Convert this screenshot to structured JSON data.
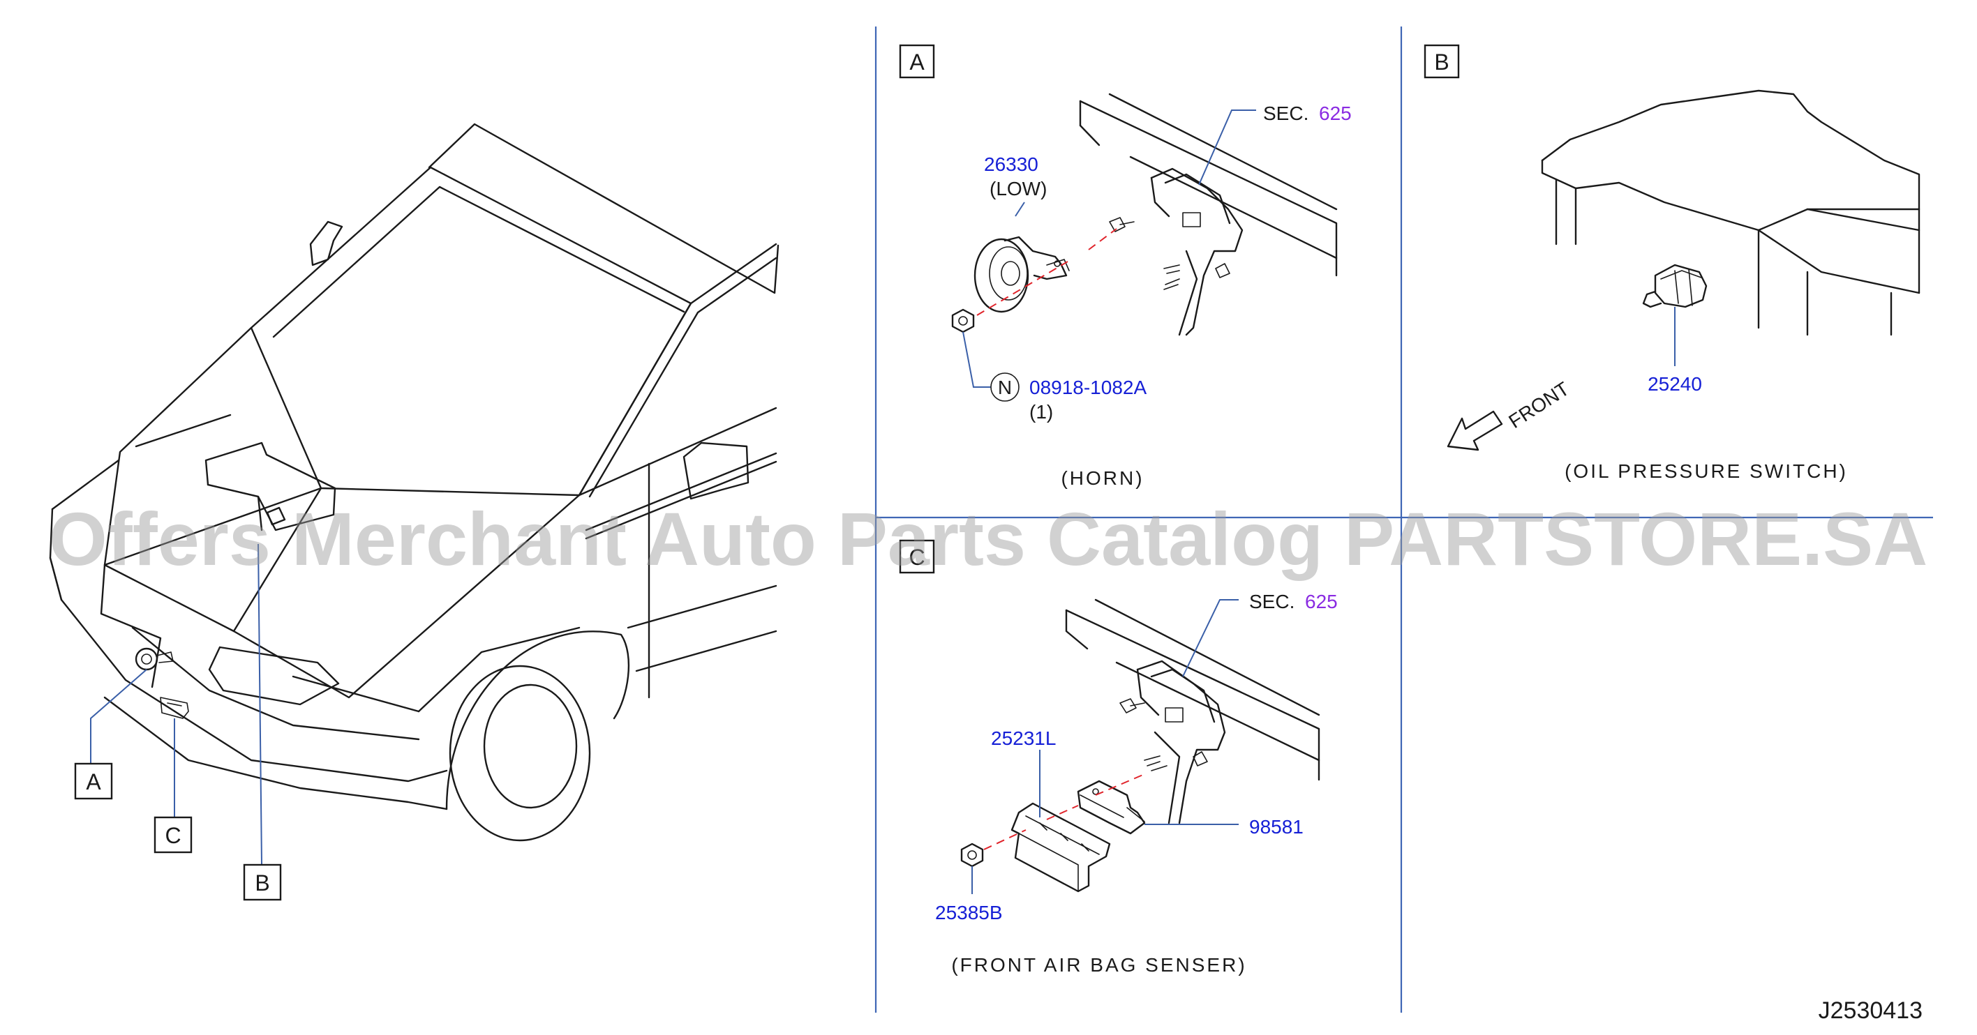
{
  "overview": {
    "callouts": [
      "A",
      "C",
      "B"
    ]
  },
  "panel_a": {
    "label": "A",
    "sec_prefix": "SEC.",
    "sec_number": "625",
    "part_horn": "26330",
    "part_horn_note": "(LOW)",
    "nut_symbol": "N",
    "part_nut": "08918-1082A",
    "part_nut_qty": "(1)",
    "caption": "(HORN)"
  },
  "panel_b": {
    "label": "B",
    "front_label": "FRONT",
    "part_switch": "25240",
    "caption": "(OIL   PRESSURE   SWITCH)"
  },
  "panel_c": {
    "label": "C",
    "sec_prefix": "SEC.",
    "sec_number": "625",
    "part_bracket": "25231L",
    "part_sensor": "98581",
    "part_nut": "25385B",
    "caption": "(FRONT   AIR   BAG   SENSER)"
  },
  "diagram_code": "J2530413",
  "watermark": "Offers Merchant Auto Parts Catalog PARTSTORE.SA",
  "colors": {
    "line": "#1a1a1a",
    "part_number": "#1620d6",
    "sec_number": "#8a2be2",
    "divider": "#3f66b5",
    "center_line": "#e0242b",
    "watermark": "#9a9a9a"
  }
}
